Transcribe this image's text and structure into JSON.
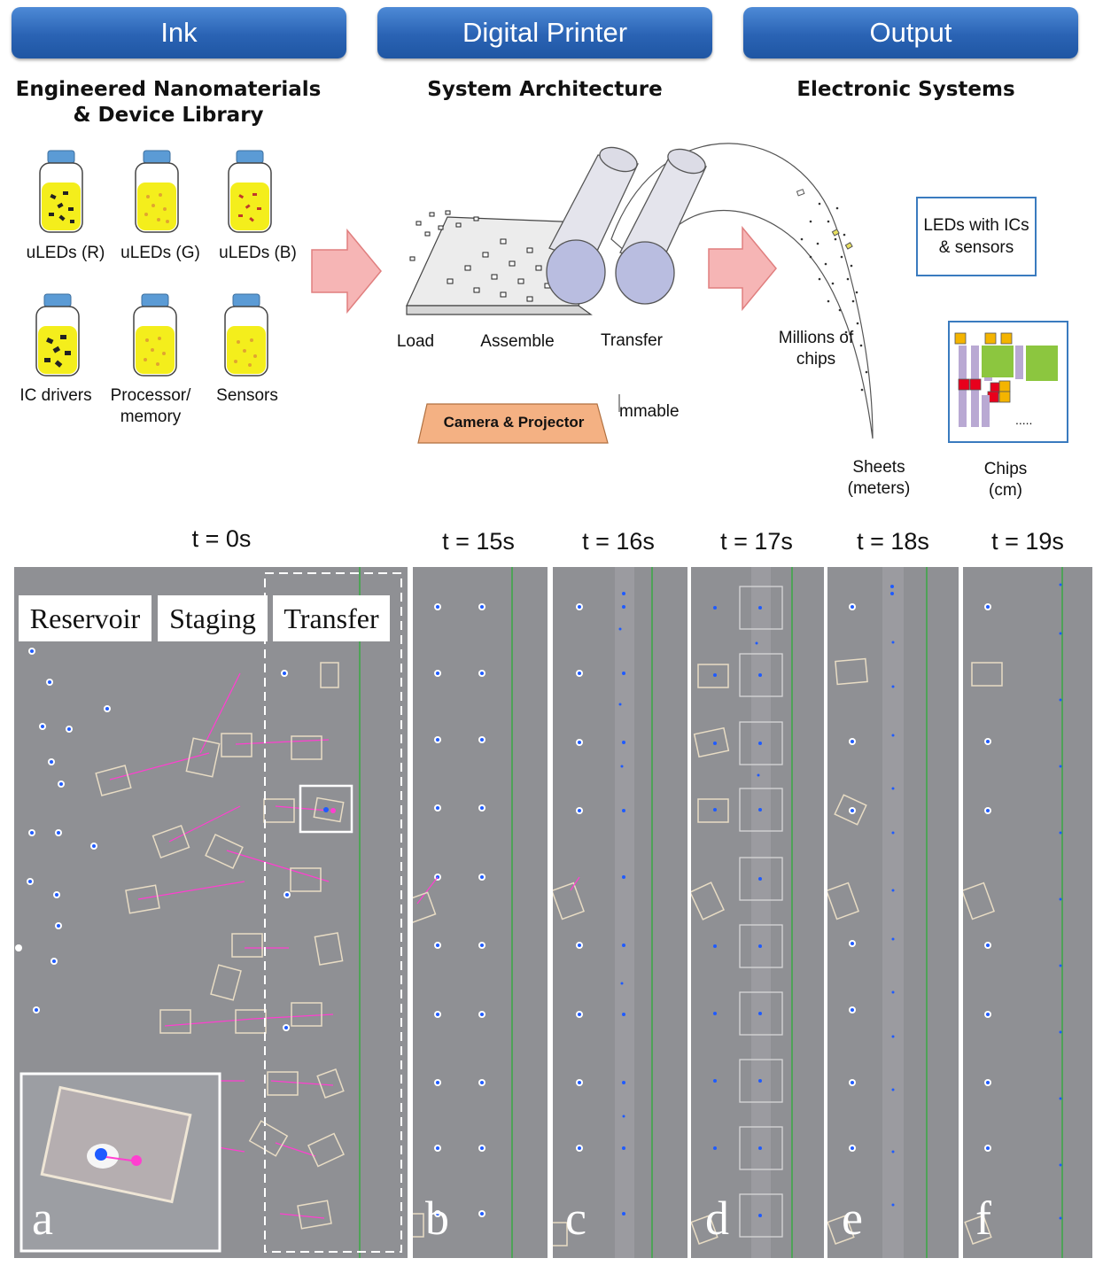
{
  "headers": {
    "ink": "Ink",
    "printer": "Digital Printer",
    "output": "Output"
  },
  "subtitles": {
    "ink": "Engineered Nanomaterials & Device Library",
    "printer": "System Architecture",
    "output": "Electronic Systems"
  },
  "ink_jars": [
    {
      "label": "uLEDs (R)",
      "particles": "dark"
    },
    {
      "label": "uLEDs (G)",
      "particles": "light"
    },
    {
      "label": "uLEDs (B)",
      "particles": "red"
    },
    {
      "label": "IC drivers",
      "particles": "dark"
    },
    {
      "label": "Processor/ memory",
      "particles": "light"
    },
    {
      "label": "Sensors",
      "particles": "light"
    }
  ],
  "printer_stages": {
    "load": "Load",
    "assemble": "Assemble",
    "transfer": "Transfer"
  },
  "camera_label": "Camera & Projector",
  "programmable_fragment": "mmable",
  "output_labels": {
    "millions": "Millions of chips",
    "leds_box": "LEDs with ICs & sensors",
    "sheets": "Sheets (meters)",
    "chips": "Chips (cm)",
    "chips_dots": "....."
  },
  "time_labels": [
    "t = 0s",
    "t = 15s",
    "t = 16s",
    "t = 17s",
    "t = 18s",
    "t = 19s"
  ],
  "zones": [
    "Reservoir",
    "Staging",
    "Transfer"
  ],
  "panel_letters": [
    "a",
    "b",
    "c",
    "d",
    "e",
    "f"
  ],
  "colors": {
    "header": "#2a63b4",
    "jar_fill": "#f4ee1c",
    "arrow": "#f6b5b5",
    "camera_box": "#f4b183",
    "micrograph_bg": "#8f9094",
    "track_line": "#3aa845",
    "blue_dot": "#1f5bff",
    "magenta": "#ff3fd0",
    "chip_orange": "#f4b400",
    "chip_red": "#e8001c",
    "chip_lavender": "#b9a9d3",
    "chip_green": "#8cc63f"
  }
}
